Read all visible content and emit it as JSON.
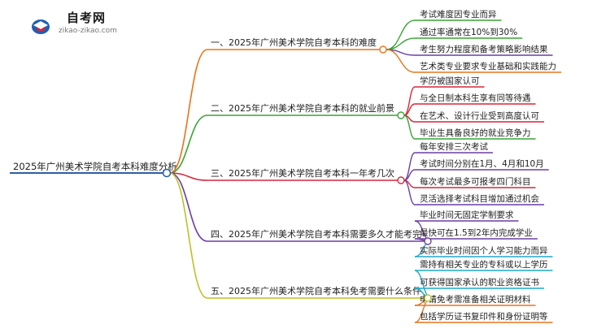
{
  "logo": {
    "name": "自考网",
    "url": "zikao-zikao.com"
  },
  "root": {
    "label": "2025年广州美术学院自考本科难度分析",
    "color": "#2b5fa4"
  },
  "branches": [
    {
      "label": "一、2025年广州美术学院自考本科的难度",
      "color": "#e8741a",
      "leaves": [
        {
          "label": "考试难度因专业而异",
          "color": "#3aa335"
        },
        {
          "label": "通过率通常在10%到30%",
          "color": "#3aa335"
        },
        {
          "label": "考生努力程度和备考策略影响结果",
          "color": "#6b3fa0"
        },
        {
          "label": "艺术类专业要求专业基础和实践能力",
          "color": "#e8741a"
        }
      ]
    },
    {
      "label": "二、2025年广州美术学院自考本科的就业前景",
      "color": "#3aa335",
      "leaves": [
        {
          "label": "学历被国家认可",
          "color": "#d6263a"
        },
        {
          "label": "与全日制本科生享有同等待遇",
          "color": "#d6263a"
        },
        {
          "label": "在艺术、设计行业受到高度认可",
          "color": "#d6263a"
        },
        {
          "label": "毕业生具备良好的就业竞争力",
          "color": "#3aa335"
        }
      ]
    },
    {
      "label": "三、2025年广州美术学院自考本科一年考几次",
      "color": "#d6263a",
      "leaves": [
        {
          "label": "每年安排三次考试",
          "color": "#6b3fa0"
        },
        {
          "label": "考试时间分别在1月、4月和10月",
          "color": "#6b3fa0"
        },
        {
          "label": "每次考试最多可报考四门科目",
          "color": "#d6263a"
        },
        {
          "label": "灵活选择考试科目增加通过机会",
          "color": "#6b3fa0"
        }
      ]
    },
    {
      "label": "四、2025年广州美术学院自考本科需要多久才能考完",
      "color": "#6b3fa0",
      "leaves": [
        {
          "label": "毕业时间无固定学制要求",
          "color": "#6b3fa0"
        },
        {
          "label": "最快可在1.5到2年内完成学业",
          "color": "#6b3fa0"
        },
        {
          "label": "实际毕业时间因个人学习能力而异",
          "color": "#1fa8c9"
        }
      ]
    },
    {
      "label": "五、2025年广州美术学院自考本科免考需要什么条件",
      "color": "#bcc224",
      "leaves": [
        {
          "label": "需持有相关专业的专科或以上学历",
          "color": "#1fa8c9"
        },
        {
          "label": "可获得国家承认的职业资格证书",
          "color": "#1fa8c9"
        },
        {
          "label": "申请免考需准备相关证明材料",
          "color": "#e8741a"
        },
        {
          "label": "包括学历证书复印件和身份证明等",
          "color": "#e8741a"
        }
      ]
    }
  ]
}
